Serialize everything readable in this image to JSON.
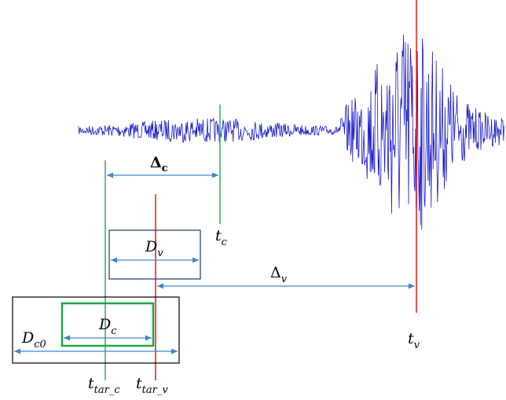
{
  "colors": {
    "waveform": "#1a1acc",
    "green_marker": "#2fae5b",
    "red_marker": "#e8141a",
    "arrow": "#3f86c9",
    "navy_box": "#1f3864",
    "black_box": "#000000",
    "green_box": "#1fa64a"
  },
  "labels": {
    "delta_c": {
      "main": "Δ",
      "sub": "c"
    },
    "t_c": {
      "main": "t",
      "sub": "c"
    },
    "D_v": {
      "main": "D",
      "sub": "v"
    },
    "delta_v": {
      "main": "Δ",
      "sub": "v"
    },
    "D_c": {
      "main": "D",
      "sub": "c"
    },
    "D_c0": {
      "main": "D",
      "sub": "c0"
    },
    "t_v": {
      "main": "t",
      "sub": "v"
    },
    "t_tar_c": {
      "main": "t",
      "sub": "tar_c"
    },
    "t_tar_v": {
      "main": "t",
      "sub": "tar_v"
    }
  }
}
